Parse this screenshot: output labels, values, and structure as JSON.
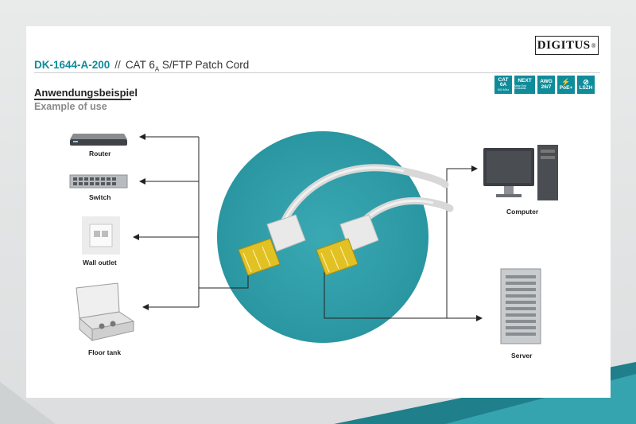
{
  "brand": {
    "logo_text": "DIGITUS",
    "registered_mark": "®"
  },
  "header": {
    "product_code": "DK-1644-A-200",
    "separator": "//",
    "product_name_prefix": "CAT 6",
    "product_name_subscript": "A",
    "product_name_suffix": " S/FTP Patch Cord"
  },
  "section": {
    "title_de": "Anwendungsbeispiel",
    "title_en": "Example of use"
  },
  "badges": [
    {
      "name": "cat6a-badge",
      "line1": "CAT",
      "line2": "6A",
      "small": "500 MHz"
    },
    {
      "name": "next-badge",
      "line1": "NEXT",
      "line2": "",
      "small": "Near End Crosstalk"
    },
    {
      "name": "awg-badge",
      "line1": "AWG",
      "line2": "26/7",
      "small": ""
    },
    {
      "name": "poe-badge",
      "line1": "",
      "line2": "PoE+",
      "small": ""
    },
    {
      "name": "lszh-badge",
      "line1": "",
      "line2": "LSZH",
      "small": ""
    }
  ],
  "devices": {
    "router": "Router",
    "switch": "Switch",
    "wall_outlet": "Wall outlet",
    "floor_tank": "Floor tank",
    "computer": "Computer",
    "server": "Server"
  },
  "colors": {
    "teal": "#2e9ea9",
    "accent": "#0f8c9a",
    "connector_gold": "#e3c52a"
  }
}
